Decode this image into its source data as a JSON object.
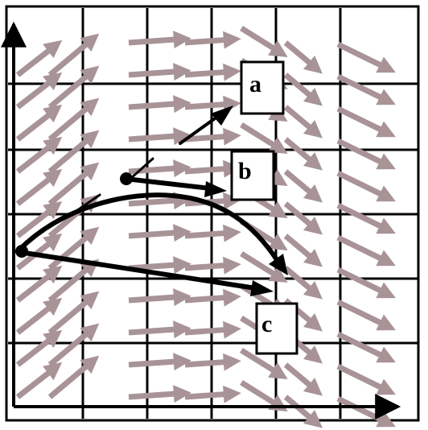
{
  "colors": {
    "background": "#ffffff",
    "grid": "#000000",
    "field_arrow": "#a89397",
    "trajectory": "#000000"
  },
  "labels": {
    "a": "a",
    "b": "b",
    "c": "c"
  },
  "icons": {
    "axes": "axis-arrow-icon",
    "field": "arrow-icon",
    "point": "dot-icon"
  }
}
